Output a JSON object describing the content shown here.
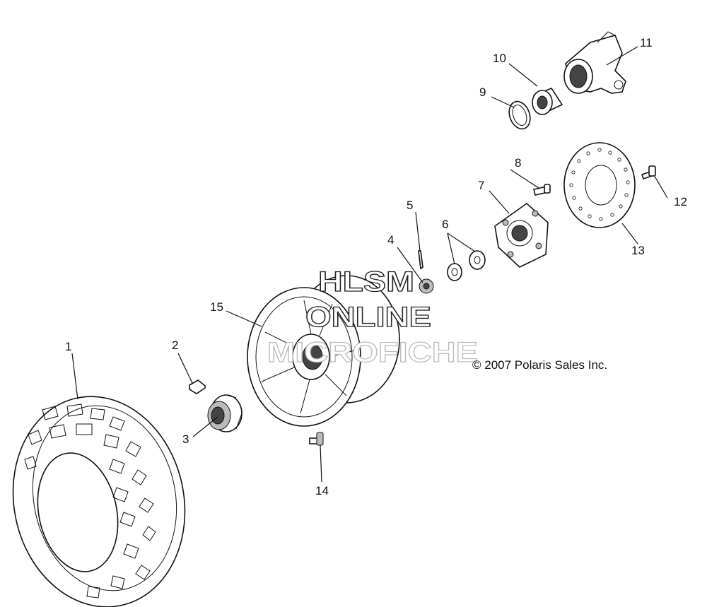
{
  "callouts": [
    "1",
    "2",
    "3",
    "4",
    "5",
    "6",
    "7",
    "8",
    "9",
    "10",
    "11",
    "12",
    "13",
    "14",
    "15"
  ],
  "copyright": "© 2007 Polaris Sales Inc.",
  "watermark": {
    "line1": "HLSM",
    "line2": "ONLINE",
    "line3": "MICROFICHE"
  }
}
